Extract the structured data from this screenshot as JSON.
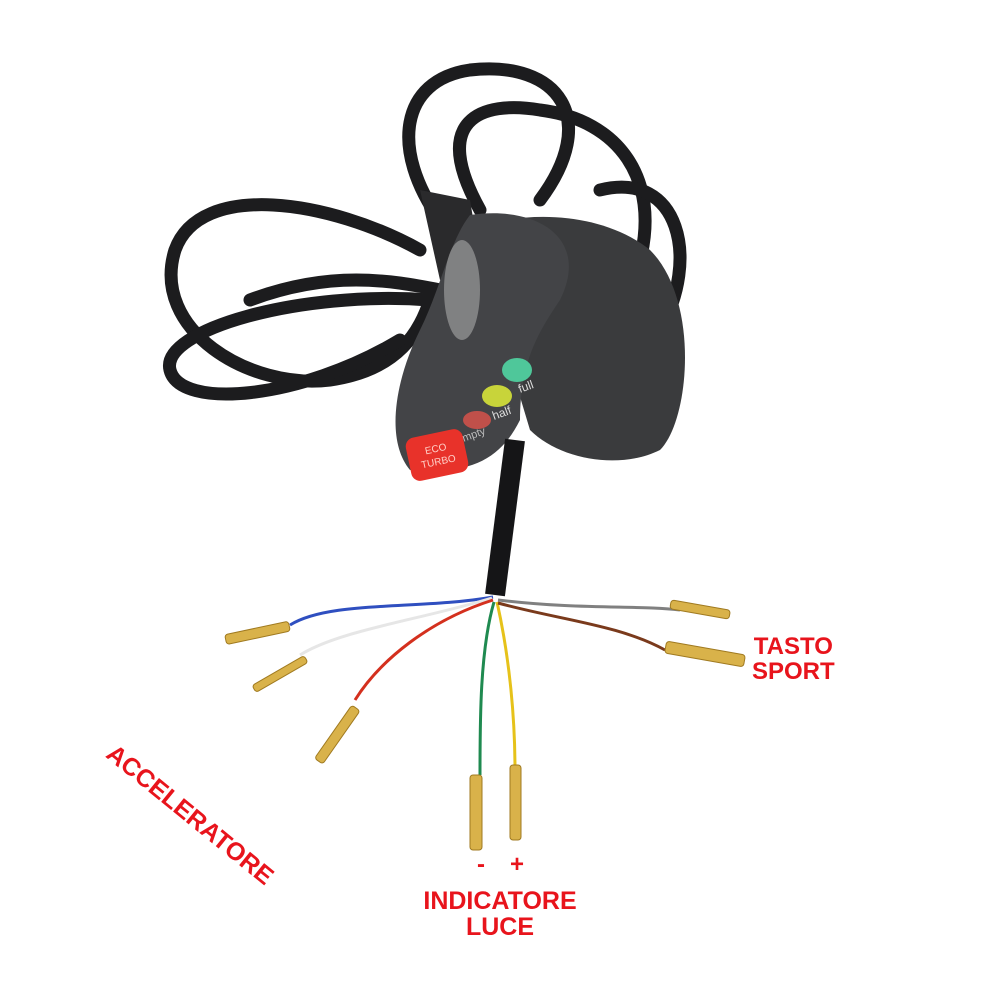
{
  "product": {
    "indicator_labels": [
      "full",
      "half",
      "empty"
    ],
    "button_text": [
      "ECO",
      "TURBO"
    ],
    "led_colors": [
      "#4fc79a",
      "#c8d43a",
      "#c0504a"
    ],
    "button_color": "#e8322a"
  },
  "annotations": {
    "accelerator": "ACCELERATORE",
    "sport_line1": "TASTO",
    "sport_line2": "SPORT",
    "minus": "-",
    "plus": "+",
    "indicator_line1": "INDICATORE",
    "indicator_line2": "LUCE",
    "color": "#e8141c"
  },
  "wires": [
    "blue",
    "white",
    "red",
    "green",
    "yellow",
    "grey",
    "brown"
  ]
}
